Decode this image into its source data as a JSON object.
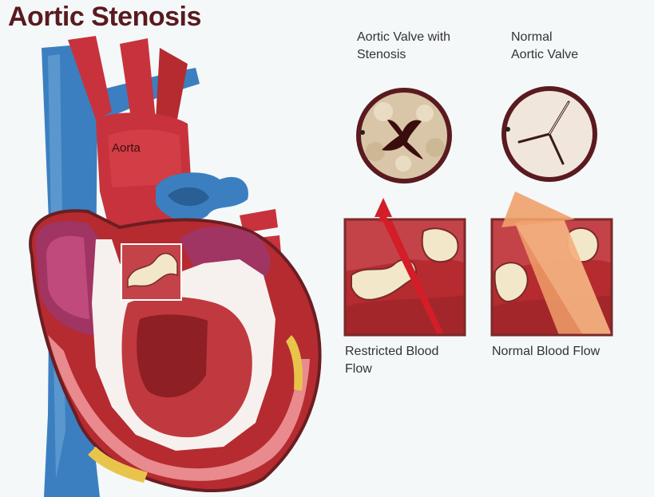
{
  "title": "Aortic Stenosis",
  "labels": {
    "aorta": "Aorta",
    "stenosis_valve_line1": "Aortic Valve with",
    "stenosis_valve_line2": "Stenosis",
    "normal_valve_line1": "Normal",
    "normal_valve_line2": "Aortic Valve",
    "restricted_line1": "Restricted Blood",
    "restricted_line2": "Flow",
    "normal_flow": "Normal Blood Flow"
  },
  "colors": {
    "title": "#5a1a1f",
    "vein_blue": "#3b7fc0",
    "artery_red": "#c8323c",
    "muscle": "#b52b30",
    "outline_maroon": "#6a1e22",
    "valve_cream": "#f3e7c9",
    "flow_orange": "#f0a06a"
  }
}
